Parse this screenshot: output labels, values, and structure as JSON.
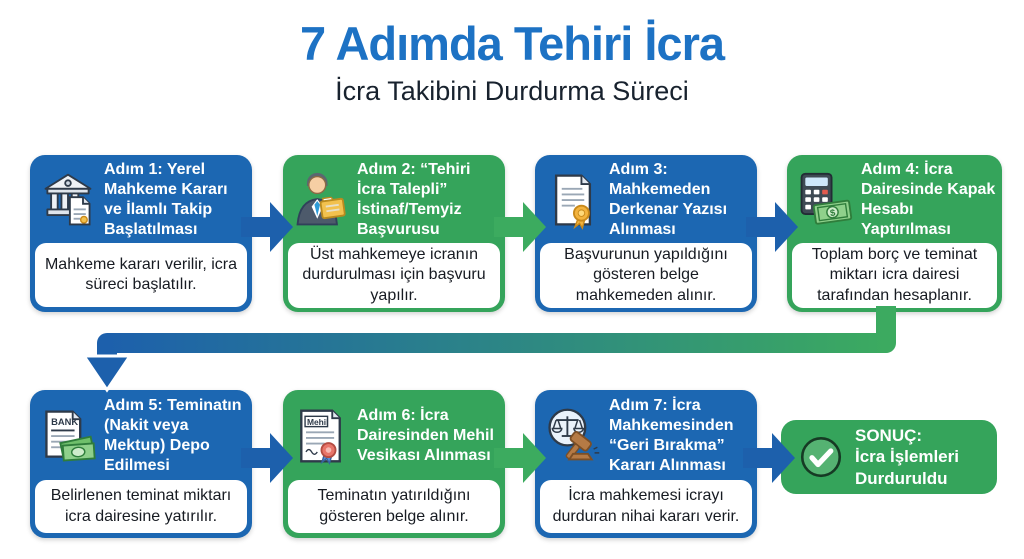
{
  "title": "7 Adımda Tehiri İcra",
  "subtitle": "İcra Takibini Durdurma Süreci",
  "colors": {
    "blue": "#1c67b2",
    "green": "#35a45b",
    "title_blue": "#1d72c4",
    "arrow_blue": "#1d60ac",
    "arrow_green": "#3cab5f",
    "body_text": "#171b22"
  },
  "steps": [
    {
      "color": "blue",
      "icon": "courthouse-document-icon",
      "header": "Adım 1: Yerel Mahkeme Kararı ve İlamlı Takip Başlatılması",
      "body": "Mahkeme kararı verilir, icra süreci başlatılır."
    },
    {
      "color": "green",
      "icon": "applicant-folder-icon",
      "header": "Adım 2: “Tehiri İcra Talepli” İstinaf/Temyiz Başvurusu",
      "body": "Üst mahkemeye icranın durdurulması için başvuru yapılır."
    },
    {
      "color": "blue",
      "icon": "certificate-seal-icon",
      "header": "Adım 3: Mahkemeden Derkenar Yazısı Alınması",
      "body": "Başvurunun yapıldığını gösteren belge mahkemeden alınır."
    },
    {
      "color": "green",
      "icon": "calculator-money-icon",
      "header": "Adım 4: İcra Dairesinde Kapak Hesabı Yaptırılması",
      "body": "Toplam borç ve teminat miktarı icra dairesi tarafından hesaplanır."
    },
    {
      "color": "blue",
      "icon": "bank-letter-money-icon",
      "header": "Adım 5: Teminatın (Nakit veya Mektup) Depo Edilmesi",
      "body": "Belirlenen teminat miktarı icra dairesine yatırılır."
    },
    {
      "color": "green",
      "icon": "mehil-certificate-icon",
      "header": "Adım 6: İcra Dairesinden Mehil Vesikası Alınması",
      "body": "Teminatın yatırıldığını gösteren belge alınır."
    },
    {
      "color": "blue",
      "icon": "gavel-scales-icon",
      "header": "Adım 7: İcra Mahkemesinden “Geri Bırakma” Kararı Alınması",
      "body": "İcra mahkemesi icrayı durduran nihai kararı verir."
    }
  ],
  "result": {
    "icon": "check-circle-icon",
    "heading": "SONUÇ:",
    "label": "İcra İşlemleri Durduruldu"
  }
}
